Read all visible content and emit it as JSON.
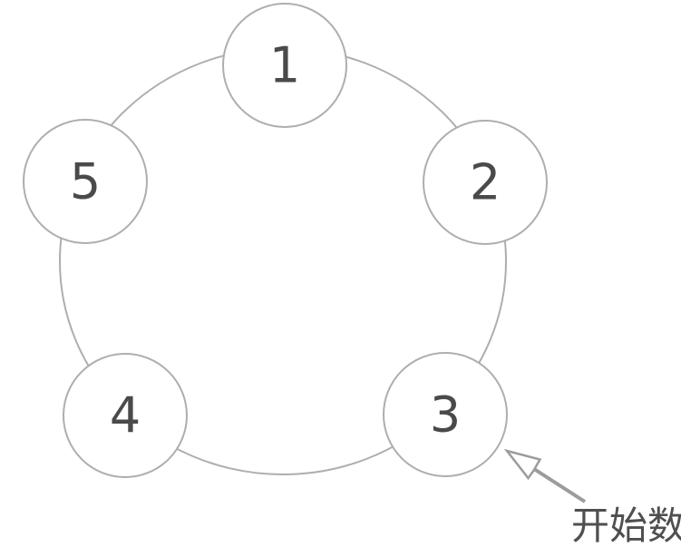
{
  "diagram": {
    "type": "ring-of-nodes",
    "nodes": [
      {
        "id": "node-1",
        "label": "1"
      },
      {
        "id": "node-2",
        "label": "2"
      },
      {
        "id": "node-3",
        "label": "3"
      },
      {
        "id": "node-4",
        "label": "4"
      },
      {
        "id": "node-5",
        "label": "5"
      }
    ],
    "annotation": {
      "label": "开始数",
      "points_to_node": "3"
    },
    "colors": {
      "background": "#ffffff",
      "ring_stroke": "#aeaeae",
      "node_stroke": "#aeaeae",
      "node_fill": "#ffffff",
      "number_text": "#4a4a4a",
      "arrow": "#9c9c9c",
      "annotation_text": "#4f4f4f"
    }
  }
}
